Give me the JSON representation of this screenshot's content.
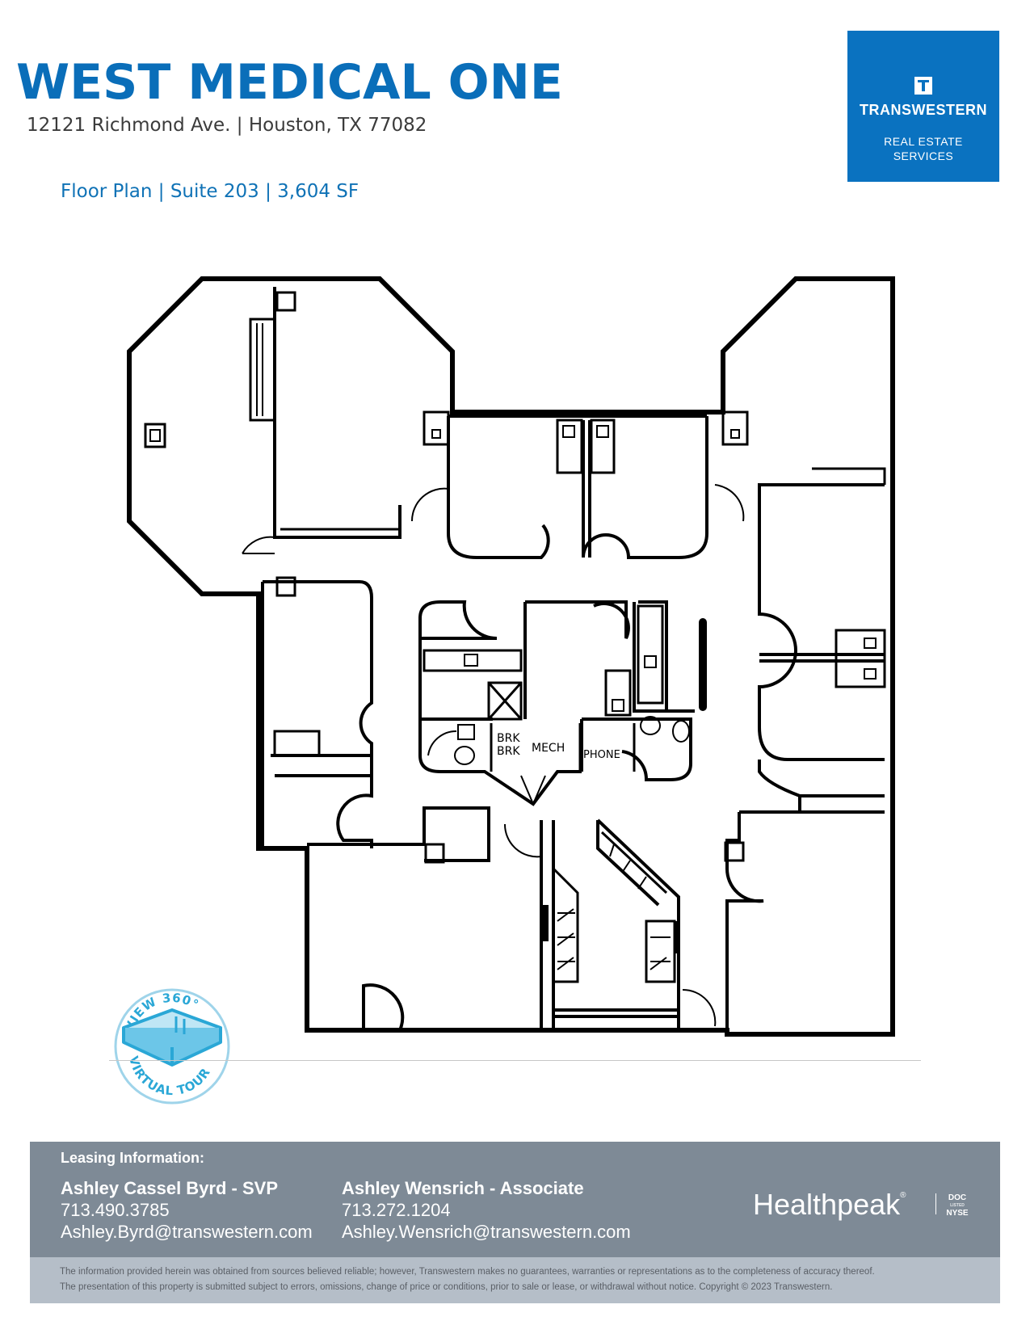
{
  "header": {
    "title": "WEST MEDICAL ONE",
    "address": "12121 Richmond Ave. | Houston, TX 77082",
    "subtitle": "Floor Plan | Suite 203 | 3,604 SF"
  },
  "logo": {
    "brand": "TRANSWESTERN",
    "tagline_line1": "REAL ESTATE",
    "tagline_line2": "SERVICES"
  },
  "floorplan": {
    "labels": {
      "brk1": "BRK",
      "brk2": "BRK",
      "mech": "MECH",
      "phone": "PHONE"
    }
  },
  "tour_badge": {
    "top_text": "VIEW 360°",
    "bottom_text": "VIRTUAL TOUR"
  },
  "leasing": {
    "heading": "Leasing Information:",
    "contacts": [
      {
        "name": "Ashley Cassel Byrd - SVP",
        "phone": "713.490.3785",
        "email": "Ashley.Byrd@transwestern.com"
      },
      {
        "name": "Ashley  Wensrich - Associate",
        "phone": "713.272.1204",
        "email": "Ashley.Wensrich@transwestern.com"
      }
    ],
    "partner_logo": "Healthpeak",
    "partner_mark": "®",
    "ticker_line1": "DOC",
    "ticker_line2": "LISTED",
    "ticker_line3": "NYSE"
  },
  "disclaimer": {
    "line1": "The information provided herein was obtained from sources believed reliable; however, Transwestern makes no guarantees, warranties or representations as to the completeness of accuracy thereof.",
    "line2": "The presentation of this property is submitted subject to errors, omissions, change of price or conditions, prior to sale or lease, or withdrawal without notice. Copyright © 2023 Transwestern."
  },
  "colors": {
    "brand_blue": "#0a6eb9",
    "footer_gray": "#7e8a96",
    "disclaimer_gray": "#b5bec8",
    "tour_teal": "#3aaed8"
  }
}
